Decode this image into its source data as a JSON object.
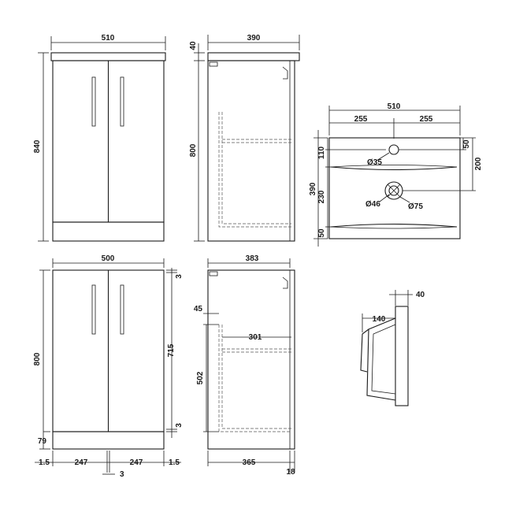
{
  "colors": {
    "line": "#1a1a1a",
    "background": "#ffffff"
  },
  "unit_with_top": {
    "width": "510",
    "height": "840"
  },
  "unit_side_with_top": {
    "depth": "390",
    "top_thickness": "40",
    "body_height": "800"
  },
  "basin_plan": {
    "width": "510",
    "half_left": "255",
    "half_right": "255",
    "depth": "390",
    "tap_hole_offset": "110",
    "tap_hole_dia": "Ø35",
    "top_offset": "50",
    "drain_offset": "200",
    "mid_offset": "230",
    "bottom_offset": "50",
    "waste_dia": "Ø46",
    "outer_dia": "Ø75"
  },
  "unit_front": {
    "width": "500",
    "height": "800",
    "door_height": "715",
    "top_gap": "3",
    "bottom_gap": "3",
    "plinth": "79",
    "side_left": "1.5",
    "door_left": "247",
    "door_right": "247",
    "side_right": "1.5",
    "center_gap": "3"
  },
  "unit_side": {
    "depth": "383",
    "shelf_inset": "45",
    "shelf_depth": "301",
    "interior_height": "502",
    "body_depth": "365",
    "door_thickness": "18"
  },
  "basin_section": {
    "rim": "40",
    "bowl_depth": "140"
  }
}
